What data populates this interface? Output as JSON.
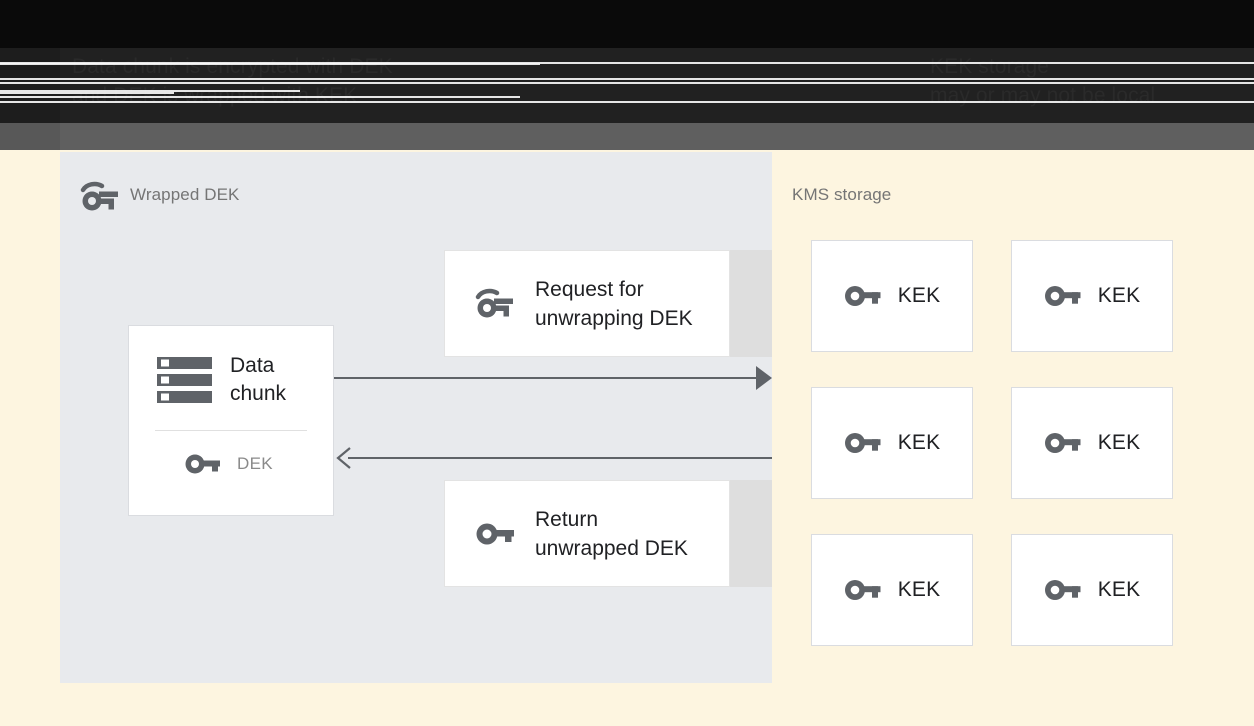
{
  "header": {
    "title_left": "Data chunk is encrypted with DEK\nand DEK is wrapped with KEK",
    "title_right": "KEK storage\nmay or may not be local"
  },
  "colors": {
    "background": "#fdf5e0",
    "left_panel": "#e8eaed",
    "right_panel": "#fdf5e0",
    "card_surface": "#ffffff",
    "card_border": "#dadce0",
    "card_shadow": "#dedede",
    "icon_gray": "#5f6368",
    "text_primary": "#202124",
    "text_muted": "#757575",
    "arrow": "#5f6368",
    "header_dark": "#212121",
    "header_gray": "#5f5f5f"
  },
  "left_panel": {
    "label": "Wrapped DEK",
    "label_icon": "wrapped-key-icon",
    "data_chunk_card": {
      "title": "Data\nchunk",
      "icon": "storage-rows-icon",
      "key_label": "DEK",
      "key_icon": "key-icon"
    },
    "messages": [
      {
        "id": "request",
        "text": "Request for\nunwrapping DEK",
        "icon": "wrapped-key-icon"
      },
      {
        "id": "return",
        "text": "Return\nunwrapped DEK",
        "icon": "key-icon"
      }
    ],
    "arrows": [
      {
        "id": "request-arrow",
        "direction": "right",
        "style": "solid-filled-head"
      },
      {
        "id": "return-arrow",
        "direction": "left",
        "style": "solid-open-head"
      }
    ]
  },
  "right_panel": {
    "label": "KMS storage",
    "kek_cards": [
      {
        "label": "KEK",
        "icon": "key-icon"
      },
      {
        "label": "KEK",
        "icon": "key-icon"
      },
      {
        "label": "KEK",
        "icon": "key-icon"
      },
      {
        "label": "KEK",
        "icon": "key-icon"
      },
      {
        "label": "KEK",
        "icon": "key-icon"
      },
      {
        "label": "KEK",
        "icon": "key-icon"
      }
    ]
  }
}
